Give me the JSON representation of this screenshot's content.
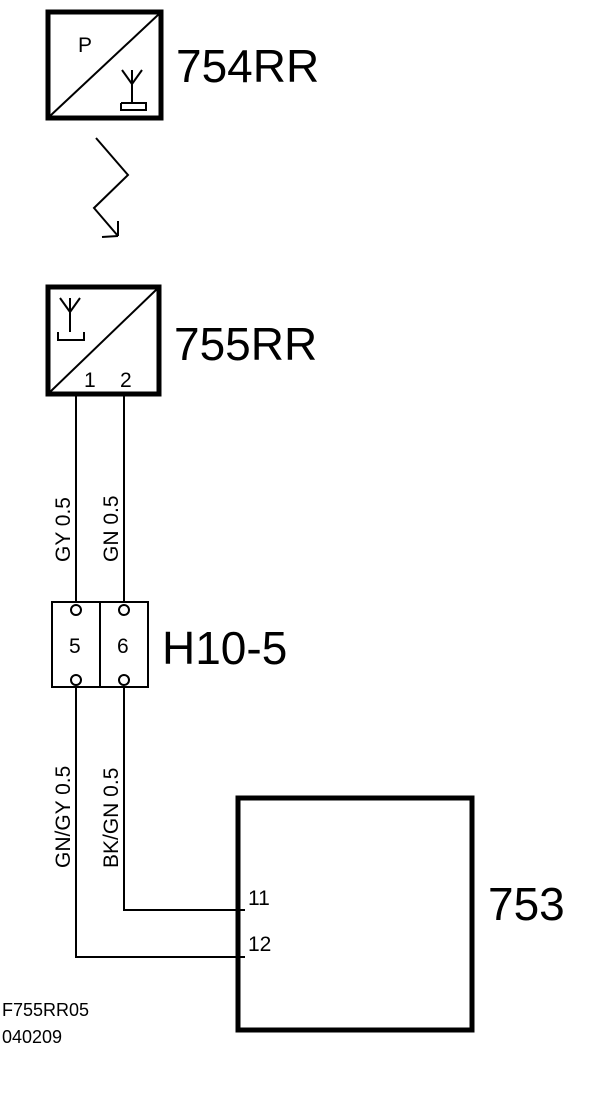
{
  "components": {
    "transmitter": {
      "id": "754RR",
      "mark": "P"
    },
    "receiver": {
      "id": "755RR",
      "pins": [
        "1",
        "2"
      ]
    },
    "connector": {
      "id": "H10-5",
      "pins": [
        "5",
        "6"
      ]
    },
    "module": {
      "id": "753",
      "pins": [
        "11",
        "12"
      ]
    }
  },
  "wires": {
    "upper_left": "GY 0.5",
    "upper_right": "GN 0.5",
    "lower_left": "GN/GY 0.5",
    "lower_right": "BK/GN 0.5"
  },
  "reference": {
    "line1": "F755RR05",
    "line2": "040209"
  }
}
